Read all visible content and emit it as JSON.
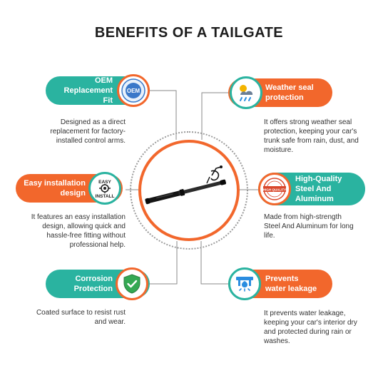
{
  "title": "BENEFITS OF A TAILGATE",
  "colors": {
    "teal": "#2ab3a0",
    "orange": "#f2672c",
    "line": "#8a8a8a",
    "dark": "#1c1c1c"
  },
  "benefits": [
    {
      "label_lines": [
        "OEM",
        "Replacement Fit"
      ],
      "badge_icon": "oem-seal-icon",
      "badge_text": "OEM",
      "description_lines": [
        "Designed as a direct",
        "replacement for factory-",
        "installed control arms."
      ]
    },
    {
      "label_lines": [
        "Weather seal",
        "protection"
      ],
      "badge_icon": "weather-icon",
      "description_lines": [
        "It offers strong weather seal",
        "protection, keeping your car's",
        "trunk safe from rain, dust, and",
        "moisture."
      ]
    },
    {
      "label_lines": [
        "Easy installation",
        "design"
      ],
      "badge_icon": "easy-install-icon",
      "badge_text": [
        "EASY",
        "INSTALL"
      ],
      "description_lines": [
        "It features an easy installation",
        "design, allowing quick and",
        "hassle-free fitting without",
        "professional help."
      ]
    },
    {
      "label_lines": [
        "High-Quality",
        "Steel And",
        "Aluminum"
      ],
      "badge_icon": "high-quality-stamp-icon",
      "badge_text": "HIGH QUALITY",
      "description_lines": [
        "Made from high-strength",
        "Steel And Aluminum for long",
        "life."
      ]
    },
    {
      "label_lines": [
        "Corrosion",
        "Protection"
      ],
      "badge_icon": "shield-check-icon",
      "description_lines": [
        "Coated surface to resist rust",
        "and wear."
      ]
    },
    {
      "label_lines": [
        "Prevents",
        "water leakage"
      ],
      "badge_icon": "water-leak-icon",
      "description_lines": [
        "It prevents water leakage,",
        "keeping your car's interior dry",
        "and protected during rain or",
        "washes."
      ]
    }
  ],
  "product": {
    "image": "tailgate-strut-icon"
  }
}
